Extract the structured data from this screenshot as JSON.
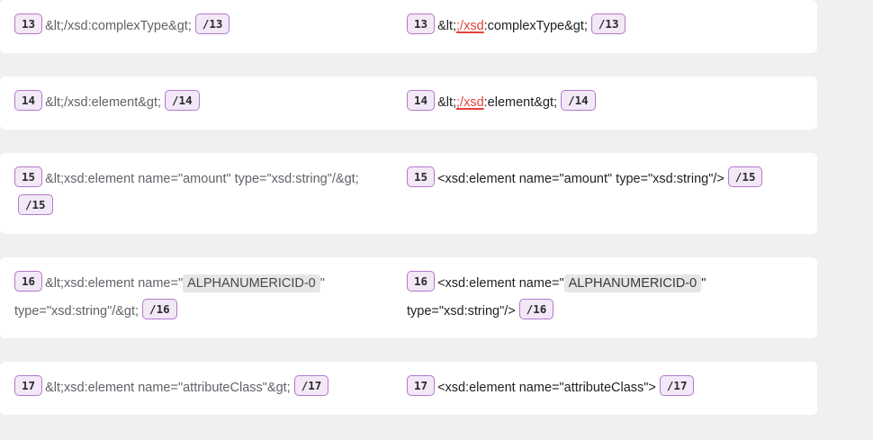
{
  "view": {
    "name": "xsd-schema-diff",
    "background_color": "#f0f0f0",
    "card_color": "#ffffff",
    "badge_bg": "#f2e8f7",
    "badge_border": "#b379cc",
    "left_text_color": "#5f6368",
    "right_text_color": "#222222",
    "deleted_token_color": "#e8403a",
    "mark_bg": "#e6e6e6"
  },
  "rows": [
    {
      "line": "13",
      "left": {
        "badge": "13",
        "segments": [
          {
            "type": "text",
            "text": "&lt;/xsd:complexType&gt;"
          }
        ],
        "trailing_badge": "/13"
      },
      "right": {
        "badge": "13",
        "segments": [
          {
            "type": "text",
            "text": "&lt;"
          },
          {
            "type": "del",
            "text": ";/xsd"
          },
          {
            "type": "text",
            "text": ":complexType&gt;"
          }
        ],
        "trailing_badge": "/13"
      }
    },
    {
      "line": "14",
      "left": {
        "badge": "14",
        "segments": [
          {
            "type": "text",
            "text": "&lt;/xsd:element&gt;"
          }
        ],
        "trailing_badge": "/14"
      },
      "right": {
        "badge": "14",
        "segments": [
          {
            "type": "text",
            "text": "&lt;"
          },
          {
            "type": "del",
            "text": ";/xsd"
          },
          {
            "type": "text",
            "text": ":element&gt;"
          }
        ],
        "trailing_badge": "/14"
      }
    },
    {
      "line": "15",
      "left": {
        "badge": "15",
        "segments": [
          {
            "type": "text",
            "text": "&lt;xsd:element name=\"amount\" type=\"xsd:string\"/&gt;"
          }
        ],
        "trailing_badge": "/15"
      },
      "right": {
        "badge": "15",
        "segments": [
          {
            "type": "text",
            "text": "<xsd:element name=\"amount\" type=\"xsd:string\"/>"
          }
        ],
        "trailing_badge": "/15"
      }
    },
    {
      "line": "16",
      "left": {
        "badge": "16",
        "segments": [
          {
            "type": "text",
            "text": "&lt;xsd:element name=\""
          },
          {
            "type": "mark",
            "text": "ALPHANUMERICID-0"
          },
          {
            "type": "text",
            "text": "\" type=\"xsd:string\"/&gt;"
          }
        ],
        "trailing_badge": "/16"
      },
      "right": {
        "badge": "16",
        "segments": [
          {
            "type": "text",
            "text": "<xsd:element name=\""
          },
          {
            "type": "mark",
            "text": "ALPHANUMERICID-0"
          },
          {
            "type": "text",
            "text": "\" type=\"xsd:string\"/>"
          }
        ],
        "trailing_badge": "/16"
      }
    },
    {
      "line": "17",
      "left": {
        "badge": "17",
        "segments": [
          {
            "type": "text",
            "text": "&lt;xsd:element name=\"attributeClass\"&gt;"
          }
        ],
        "trailing_badge": "/17"
      },
      "right": {
        "badge": "17",
        "segments": [
          {
            "type": "text",
            "text": "<xsd:element name=\"attributeClass\">"
          }
        ],
        "trailing_badge": "/17"
      }
    }
  ]
}
